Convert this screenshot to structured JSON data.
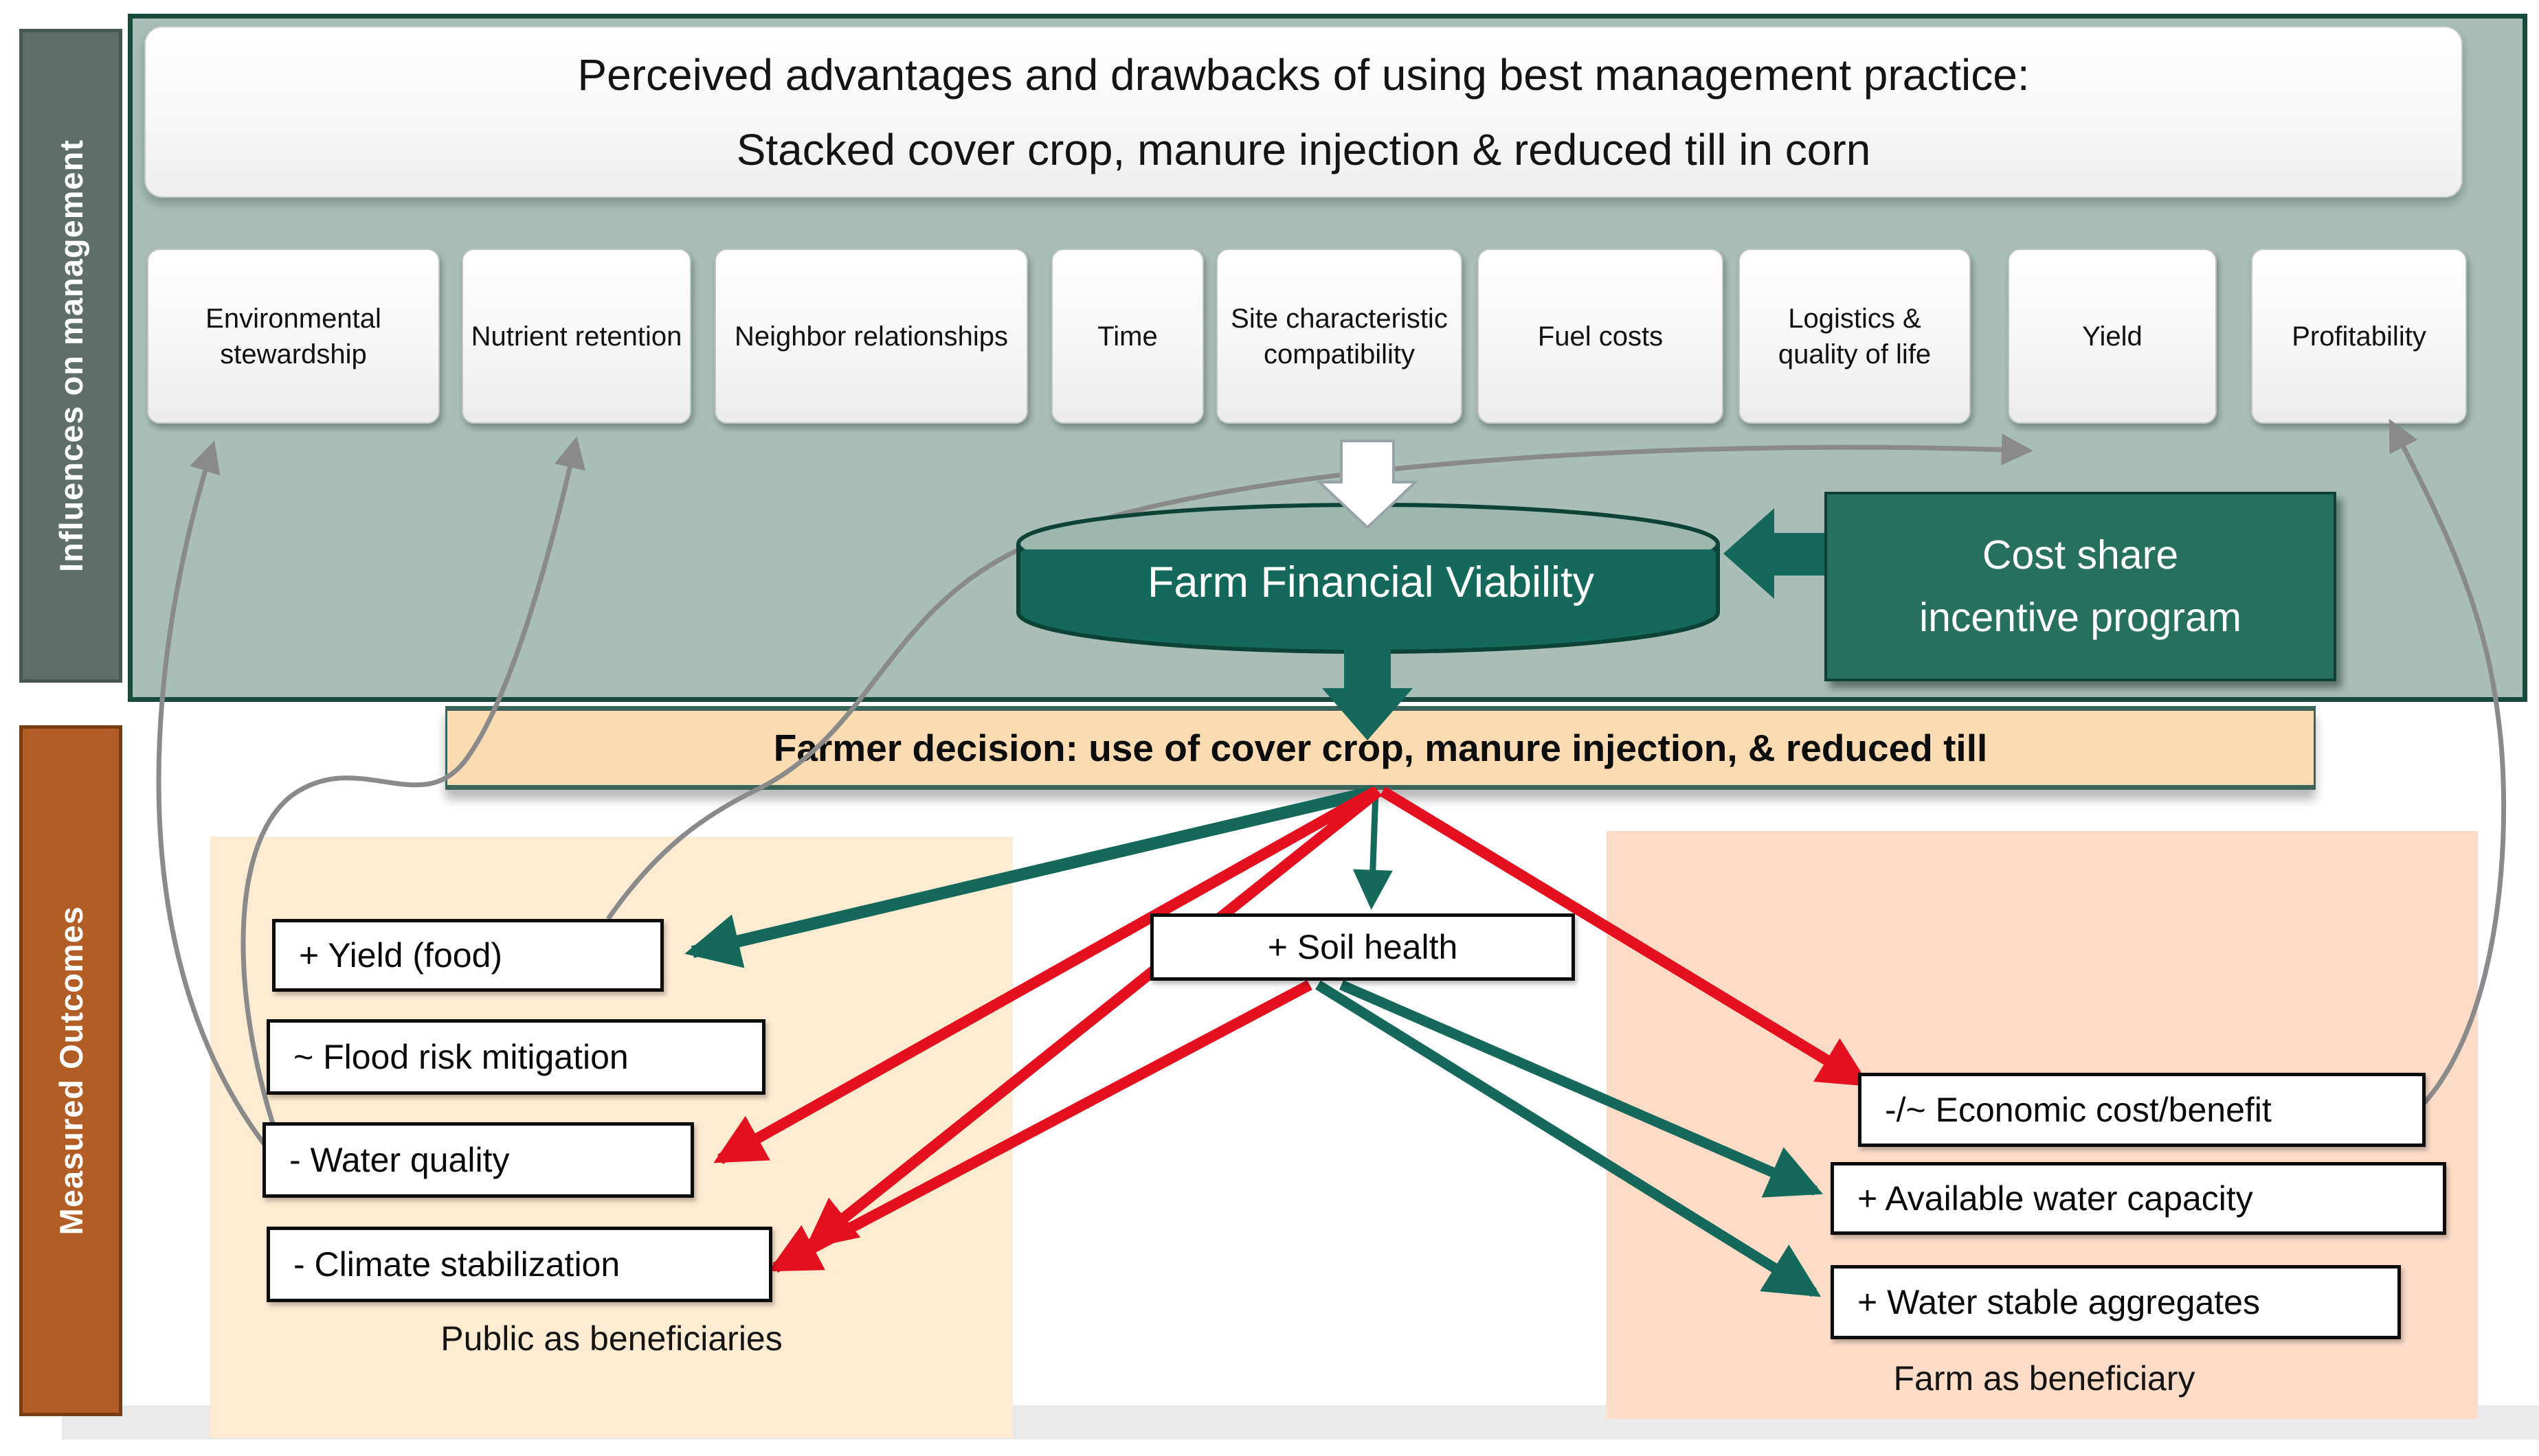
{
  "sidebar": {
    "influences": "Influences on management",
    "outcomes": "Measured Outcomes"
  },
  "title": {
    "line1": "Perceived advantages and drawbacks of using best management practice:",
    "line2": "Stacked cover crop, manure injection & reduced till in corn"
  },
  "influences": [
    {
      "label": "Environmental stewardship"
    },
    {
      "label": "Nutrient retention"
    },
    {
      "label": "Neighbor relationships"
    },
    {
      "label": "Time"
    },
    {
      "label": "Site characteristic compatibility"
    },
    {
      "label": "Fuel costs"
    },
    {
      "label": "Logistics & quality of life"
    },
    {
      "label": "Yield"
    },
    {
      "label": "Profitability"
    }
  ],
  "financial": {
    "cylinder": "Farm Financial Viability",
    "cost_share_line1": "Cost share",
    "cost_share_line2": "incentive program"
  },
  "decision": {
    "label": "Farmer decision: use of cover crop, manure injection, & reduced till"
  },
  "outcomes": {
    "public": {
      "items": [
        {
          "label": "+ Yield (food)"
        },
        {
          "label": "~ Flood risk mitigation"
        },
        {
          "label": "- Water quality"
        },
        {
          "label": "- Climate stabilization"
        }
      ],
      "caption": "Public as beneficiaries"
    },
    "soil_health": {
      "label": "+ Soil health"
    },
    "farm": {
      "items": [
        {
          "label": "-/~ Economic cost/benefit"
        },
        {
          "label": "+ Available water capacity"
        },
        {
          "label": "+ Water stable aggregates"
        }
      ],
      "caption": "Farm as beneficiary"
    }
  },
  "colors": {
    "sage_band": "#a8beb6",
    "dark_green_border": "#17493d",
    "cylinder_green": "#15695a",
    "cylinder_top": "#9cb8ae",
    "cost_share_green": "#26705d",
    "decision_peach": "#fbdcb2",
    "public_panel": "#fdebd2",
    "farm_panel": "#fcdbc7",
    "sidebar_gray_green": "#5f6e68",
    "sidebar_brown": "#b25c26",
    "arrow_teal": "#15695a",
    "arrow_red": "#e4101f",
    "arrow_gray": "#8a8a8a"
  }
}
